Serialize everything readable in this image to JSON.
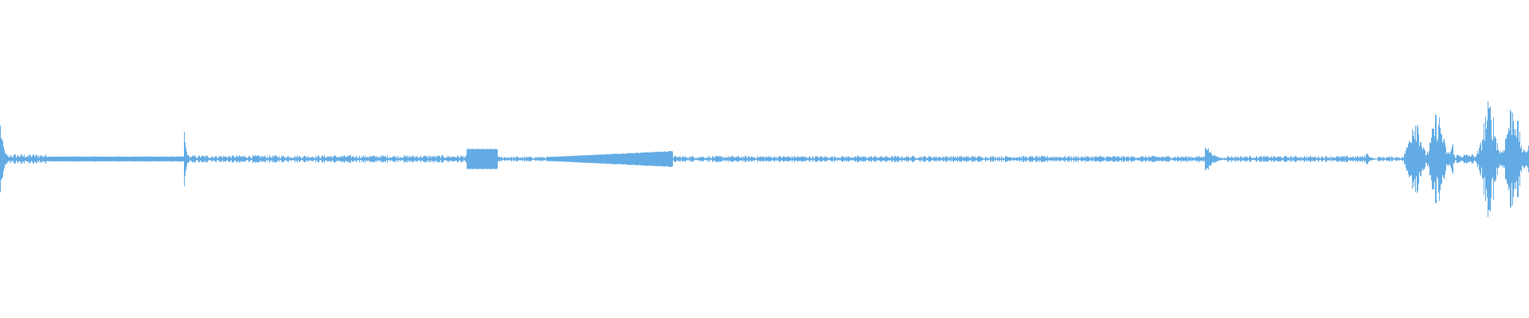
{
  "waveform": {
    "color": "#62ABE4",
    "background": "#FFFFFF",
    "peak_amplitude": 1.0,
    "segments": [
      {
        "from": 0.0,
        "to": 0.006,
        "amplitude": 0.62,
        "style": "spike-decay"
      },
      {
        "from": 0.006,
        "to": 0.03,
        "amplitude": 0.08,
        "style": "noise"
      },
      {
        "from": 0.03,
        "to": 0.12,
        "amplitude": 0.04,
        "style": "tone"
      },
      {
        "from": 0.12,
        "to": 0.124,
        "amplitude": 0.6,
        "style": "spike-decay"
      },
      {
        "from": 0.124,
        "to": 0.305,
        "amplitude": 0.06,
        "style": "noise"
      },
      {
        "from": 0.305,
        "to": 0.325,
        "amplitude": 0.16,
        "style": "block"
      },
      {
        "from": 0.325,
        "to": 0.358,
        "amplitude": 0.04,
        "style": "noise"
      },
      {
        "from": 0.358,
        "to": 0.44,
        "amplitude": 0.13,
        "style": "ramp-up"
      },
      {
        "from": 0.44,
        "to": 0.788,
        "amplitude": 0.05,
        "style": "noise"
      },
      {
        "from": 0.788,
        "to": 0.8,
        "amplitude": 0.3,
        "style": "spike-decay"
      },
      {
        "from": 0.8,
        "to": 0.893,
        "amplitude": 0.05,
        "style": "noise"
      },
      {
        "from": 0.893,
        "to": 0.9,
        "amplitude": 0.14,
        "style": "spike-decay"
      },
      {
        "from": 0.9,
        "to": 0.918,
        "amplitude": 0.04,
        "style": "noise"
      },
      {
        "from": 0.918,
        "to": 0.95,
        "amplitude": 0.78,
        "style": "burst"
      },
      {
        "from": 0.95,
        "to": 0.966,
        "amplitude": 0.08,
        "style": "noise"
      },
      {
        "from": 0.966,
        "to": 1.0,
        "amplitude": 0.95,
        "style": "burst"
      }
    ]
  }
}
